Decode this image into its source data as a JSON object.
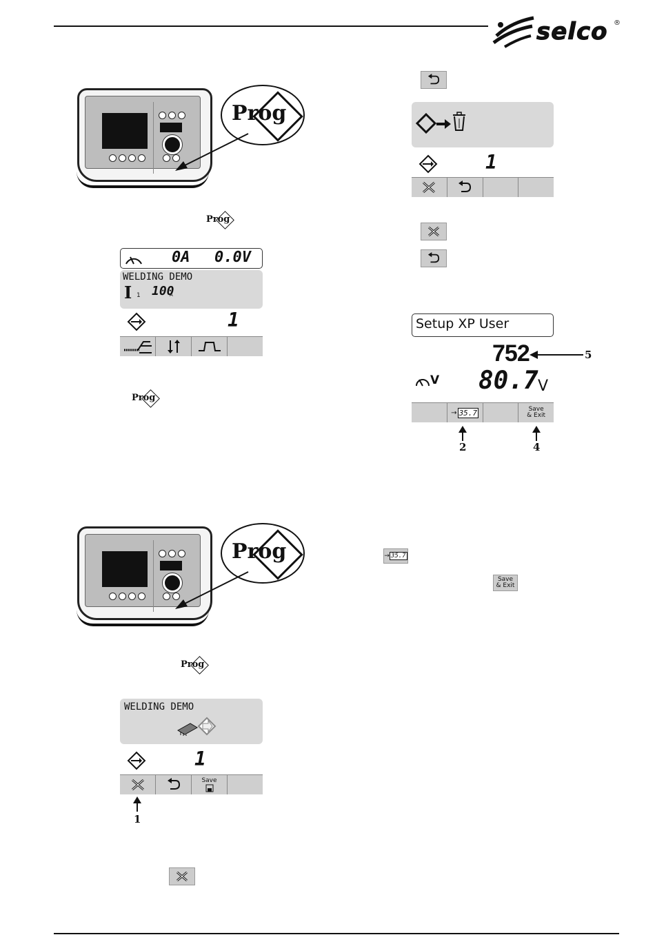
{
  "brand": {
    "name": "selco",
    "reg": "®"
  },
  "prog_label": "Prog",
  "screen1": {
    "current": "0A",
    "voltage": "0.0V",
    "program_name": "WELDING DEMO",
    "param_symbol": "I",
    "param_sub": "1",
    "param_value": "100",
    "param_unit": "A",
    "program_number": "1"
  },
  "screen2": {
    "program_name": "WELDING DEMO",
    "program_number": "1",
    "save_label": "Save",
    "callout_1": "1"
  },
  "screen3": {
    "program_number": "1"
  },
  "screen4": {
    "title": "Setup XP User",
    "value": "752",
    "voltage_label": "V",
    "voltage_value": "80.7",
    "voltage_unit": "V",
    "key2_value": "35.7",
    "key4_line1": "Save",
    "key4_line2": "& Exit",
    "callout_2": "2",
    "callout_4": "4",
    "callout_5": "5"
  },
  "inline_icons": {
    "key2_value": "35.7",
    "save_line1": "Save",
    "save_line2": "& Exit"
  }
}
